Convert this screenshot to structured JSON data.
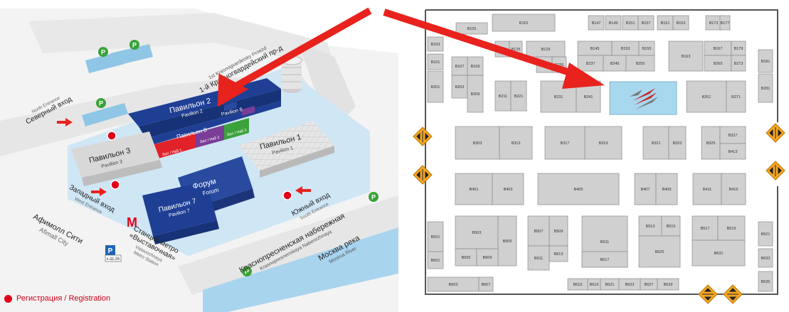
{
  "venue": {
    "pavilion2": {
      "ru": "Павильон 2",
      "en": "Pavilion 2"
    },
    "pavilion3": {
      "ru": "Павильон 3",
      "en": "Pavilion 3"
    },
    "pavilion1": {
      "ru": "Павильон 1",
      "en": "Pavilion 1"
    },
    "pavilion7": {
      "ru": "Павильон 7",
      "en": "Pavilion 7"
    },
    "pavilion8_short": "Павильон 8",
    "pavilion8": {
      "ru": "Pavilion 8",
      "hall1": "Зал / Hall 1",
      "hall2": "Зал / Hall 2",
      "hall3": "Зал / Hall 3"
    },
    "forum": {
      "ru": "Форум",
      "en": "Forum"
    },
    "north_entrance": {
      "en": "North Entrance",
      "ru": "Северный вход"
    },
    "west_entrance": {
      "ru": "Западный вход",
      "en": "West Entrance"
    },
    "south_entrance": {
      "ru": "Южный вход",
      "en": "South Entrance"
    },
    "street_top": {
      "ru": "1-й Красногвардейский пр-д",
      "en": "1st Krasnogvardeisky Proezd"
    },
    "embankment": {
      "ru": "Краснопресненская набережная",
      "en": "Krasnopresnenskaya Naberezhnaya"
    },
    "river": {
      "ru": "Москва река",
      "en": "Moskva River"
    },
    "mall": {
      "ru": "Афимолл Сити",
      "en": "Afimall City"
    },
    "metro": {
      "ru1": "Станция метро",
      "ru2": "«Выставочная»",
      "en1": "Vistavochnaya",
      "en2": "Metro Station"
    },
    "parking_letter": "P",
    "parking_badge": "P",
    "parking_sub": "к.Ш.26",
    "metro_letter": "М",
    "legend_registration": "Регистрация / Registration"
  },
  "floorplan": {
    "stands_row1": [
      "B105",
      "B115",
      "B147",
      "B149",
      "B151",
      "B157",
      "B161",
      "B163",
      "B173",
      "B177"
    ],
    "stands_row2": [
      "B103",
      "B101",
      "B119",
      "B125",
      "B129",
      "B145",
      "B153",
      "B155",
      "B163",
      "B167",
      "B179",
      "B181",
      "B107",
      "B109",
      "B225",
      "B235",
      "B237",
      "B245",
      "B255",
      "B265",
      "B273",
      "B201",
      "B203",
      "B209",
      "B211",
      "B221",
      "B231",
      "B241",
      "B261",
      "B271",
      "B281"
    ],
    "stands_row3": [
      "B303",
      "B313",
      "B317",
      "B319",
      "B321",
      "B323",
      "B325",
      "B327",
      "B413"
    ],
    "stands_row4": [
      "B401",
      "B403",
      "B405",
      "B407",
      "B409",
      "B411",
      "B415"
    ],
    "stands_row5": [
      "B501",
      "B503",
      "B505",
      "B507",
      "B509",
      "B511",
      "B513",
      "B515",
      "B517",
      "B519",
      "B521",
      "B601",
      "B605",
      "B609",
      "B611",
      "B613",
      "B617",
      "B625",
      "B631",
      "B633"
    ],
    "stands_row6": [
      "B603",
      "B607",
      "B615",
      "B619",
      "B621",
      "B623",
      "B627",
      "B629",
      "B635"
    ]
  },
  "colors": {
    "arrow": "#e8221d",
    "registration": "#e0001a",
    "pavilion2": "#1f3f95",
    "hall1": "#e2212a",
    "hall2": "#7a3d97",
    "hall3": "#3ba23b",
    "water": "#a9d4ee",
    "stand": "#d0d0d0",
    "highlight": "#a8d8ee",
    "exit": "#f5a623"
  }
}
